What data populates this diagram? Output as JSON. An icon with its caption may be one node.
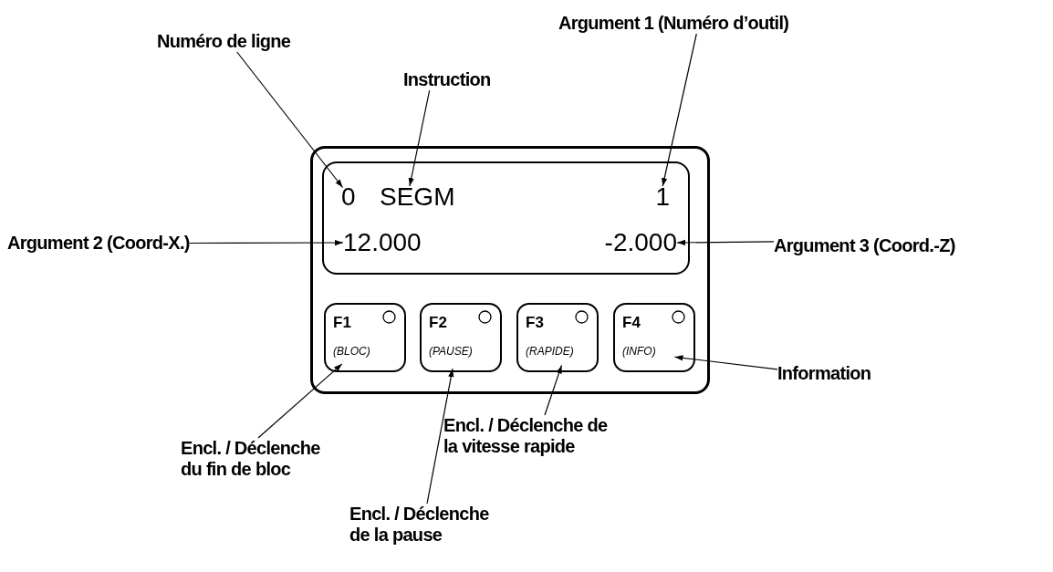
{
  "diagram": {
    "nodes": [
      {
        "text": [],
        "shape": "box"
      },
      {
        "text": [],
        "shape": "box",
        "in": 0
      },
      {
        "text": [
          "0"
        ],
        "in": 1
      },
      {
        "text": [
          "SEGM"
        ],
        "in": 1
      },
      {
        "text": [
          "1"
        ],
        "in": 1
      },
      {
        "text": [
          "12.000"
        ],
        "in": 1
      },
      {
        "text": [
          "-2.000"
        ],
        "in": 1
      },
      {
        "text": [
          "F1",
          "(BLOC)"
        ],
        "in": 0
      },
      {
        "text": [
          "F2",
          "(PAUSE)"
        ],
        "in": 0
      },
      {
        "text": [
          "F3",
          "(RAPIDE)"
        ],
        "in": 0
      },
      {
        "text": [
          "F4",
          "(INFO)"
        ],
        "in": 0
      },
      {
        "text": [
          "Numéro de ligne"
        ]
      },
      {
        "text": [
          "Instruction"
        ]
      },
      {
        "text": [
          "Argument 1 (Numéro d’outil)"
        ]
      },
      {
        "text": [
          "Argument 2 (Coord-X.)"
        ]
      },
      {
        "text": [
          "Argument 3 (Coord.-Z)"
        ]
      },
      {
        "text": [
          "Information"
        ]
      },
      {
        "text": [
          "Encl. / Déclenche du fin de bloc"
        ]
      },
      {
        "text": [
          "Encl. / Déclenche de la pause"
        ]
      },
      {
        "text": [
          "Encl. / Déclenche de la vitesse rapide"
        ]
      }
    ],
    "edges": [
      {
        "from": 11,
        "to": 2,
        "arrow": "to"
      },
      {
        "from": 12,
        "to": 3,
        "arrow": "to"
      },
      {
        "from": 13,
        "to": 4,
        "arrow": "to"
      },
      {
        "from": 14,
        "to": 5,
        "arrow": "to"
      },
      {
        "from": 15,
        "to": 6,
        "arrow": "to"
      },
      {
        "from": 16,
        "to": 10,
        "arrow": "to"
      },
      {
        "from": 17,
        "to": 7,
        "arrow": "to"
      },
      {
        "from": 18,
        "to": 8,
        "arrow": "to"
      },
      {
        "from": 19,
        "to": 9,
        "arrow": "to"
      }
    ]
  }
}
